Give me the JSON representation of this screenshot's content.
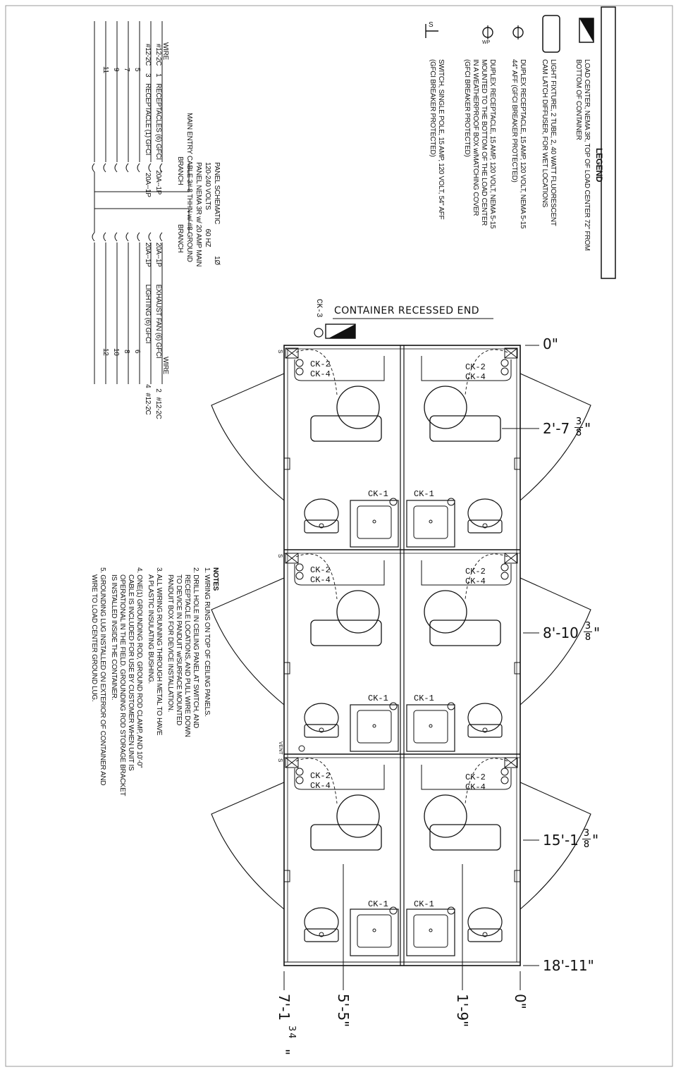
{
  "legend": {
    "title": "LEGEND",
    "items": [
      {
        "icon": "load-center-icon",
        "text": [
          "LOAD CENTER, NEMA 3R, TOP OF LOAD CENTER 72\" FROM",
          "BOTTOM OF CONTAINER"
        ]
      },
      {
        "icon": "light-fixture-icon",
        "text": [
          "LIGHT FIXTURE, 2 TUBE, 2, 40 WATT FLUORESCENT",
          "CAM LATCH DIFFUSER, FOR WET LOCATIONS"
        ]
      },
      {
        "icon": "duplex-receptacle-icon",
        "text": [
          "DUPLEX RECEPTACLE, 15 AMP, 120 VOLT, NEMA 5-15",
          "44\" AFF (GFCI BREAKER PROTECTED)"
        ]
      },
      {
        "icon": "wp-receptacle-icon",
        "text": [
          "DUPLEX RECEPTACLE, 15 AMP, 120 VOLT, NEMA 5-15",
          "MOUNTED TO THE BOTTOM OF THE LOAD CENTER",
          "IN A WEATHERPROOF BOX w/MATCHING COVER",
          "(GFCI BREAKER PROTECTED)"
        ]
      },
      {
        "icon": "switch-icon",
        "text": [
          "SWITCH, SINGLE POLE, 15 AMP, 120 VOLT, 54\" AFF",
          "(GFCI BREAKER PROTECTED)"
        ]
      }
    ]
  },
  "panel": {
    "title": "PANEL SCHEMATIC",
    "voltage": "120-240 VOLTS",
    "phase": "1Ø",
    "hz": "60 HZ",
    "panel_line": "PANEL NEMA 3R w/ 20 AMP MAIN",
    "cable_line": "MAIN ENTRY CABLE 3# 8 THHN w/ #8 GROUND",
    "branch_left": "BRANCH",
    "branch_right": "BRANCH",
    "wire_left": "WIRE",
    "wire_right": "WIRE",
    "left_circuits": [
      {
        "wire": "#12-2C",
        "num": "1",
        "load": "RECEPTACLES (6) GFCI",
        "breaker": "20A--1P"
      },
      {
        "wire": "#12-2C",
        "num": "3",
        "load": "RECEPTACLE (1) GFCI",
        "breaker": "20A--1P"
      },
      {
        "wire": "",
        "num": "5",
        "load": "",
        "breaker": ""
      },
      {
        "wire": "",
        "num": "7",
        "load": "",
        "breaker": ""
      },
      {
        "wire": "",
        "num": "9",
        "load": "",
        "breaker": ""
      },
      {
        "wire": "",
        "num": "11",
        "load": "",
        "breaker": ""
      }
    ],
    "right_circuits": [
      {
        "wire": "#12-2C",
        "num": "2",
        "load": "EXHAUST FAN (6) GFCI",
        "breaker": "20A--1P"
      },
      {
        "wire": "#12-2C",
        "num": "4",
        "load": "LIGHTING (6) GFCI",
        "breaker": "20A--1P"
      },
      {
        "wire": "",
        "num": "6",
        "load": "",
        "breaker": ""
      },
      {
        "wire": "",
        "num": "8",
        "load": "",
        "breaker": ""
      },
      {
        "wire": "",
        "num": "10",
        "load": "",
        "breaker": ""
      },
      {
        "wire": "",
        "num": "12",
        "load": "",
        "breaker": ""
      }
    ]
  },
  "notes": {
    "title": "NOTES",
    "items": [
      [
        "1. WIRING RUNS ON TOP OF CEILING PANELS."
      ],
      [
        "2. DRILL HOLE IN CEILING PANEL AT SWITCH, AND",
        "RECEPTACLE LOCATIONS, AND PULL WIRE DOWN",
        "TO DEVICE IN PANDUIT w/SURFACE MOUNTED",
        "PANDUIT BOX FOR DEVICE INSTALLATION."
      ],
      [
        "3. ALL WIRING RUNNING THROUGH METAL TO HAVE",
        "A PLASTIC INSULATING BUSHING."
      ],
      [
        "4. ONE(1) GROUNDING ROD, GROUND ROD CLAMP, AND 10'-0\"",
        "CABLE IS INCLUDED FOR USE BY CUSTOMER WHEN UNIT IS",
        "OPERATIONAL IN THE FIELD. GROUNDING ROD STORAGE BRACKET",
        "IS INSTALLED INSIDE THE CONTAINER."
      ],
      [
        "5. GROUNDING LUG INSTALLED ON EXTERIOR OF CONTAINER AND",
        "WIRE TO LOAD CENTER GROUND LUG."
      ]
    ]
  },
  "plan": {
    "heading": "CONTAINER RECESSED END",
    "ck1": "CK-1",
    "ck2": "CK-2",
    "ck3": "CK-3",
    "ck4": "CK-4",
    "sw_label": "S",
    "vent_label": "VENT",
    "dims_right": [
      {
        "main": "0\"",
        "num": "",
        "den": ""
      },
      {
        "main": "2'-7",
        "num": "3",
        "den": "8"
      },
      {
        "main": "8'-10",
        "num": "3",
        "den": "8"
      },
      {
        "main": "15'-1",
        "num": "3",
        "den": "8"
      },
      {
        "main": "18'-11\"",
        "num": "",
        "den": ""
      }
    ],
    "dims_bottom": [
      {
        "main": "0\"",
        "num": "",
        "den": ""
      },
      {
        "main": "1'-9\"",
        "num": "",
        "den": ""
      },
      {
        "main": "5'-5\"",
        "num": "",
        "den": ""
      },
      {
        "main": "7'-1",
        "num": "3",
        "den": "4"
      }
    ]
  }
}
